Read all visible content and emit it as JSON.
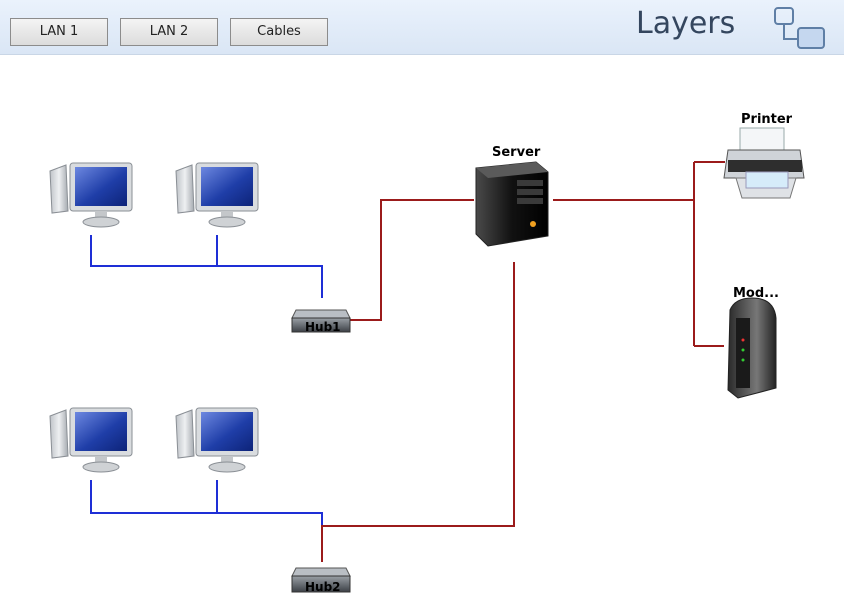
{
  "toolbar": {
    "buttons": [
      {
        "label": "LAN 1"
      },
      {
        "label": "LAN 2"
      },
      {
        "label": "Cables"
      }
    ],
    "title": "Layers",
    "layers_icon": "layers-icon"
  },
  "nodes": {
    "server": "Server",
    "printer": "Printer",
    "modem": "Mod...",
    "hub1": "Hub1",
    "hub2": "Hub2"
  },
  "colors": {
    "lan_link": "#1e2fd6",
    "cable_link": "#9b1b1b",
    "header_bg": "#dde9f7",
    "title": "#34465e"
  }
}
